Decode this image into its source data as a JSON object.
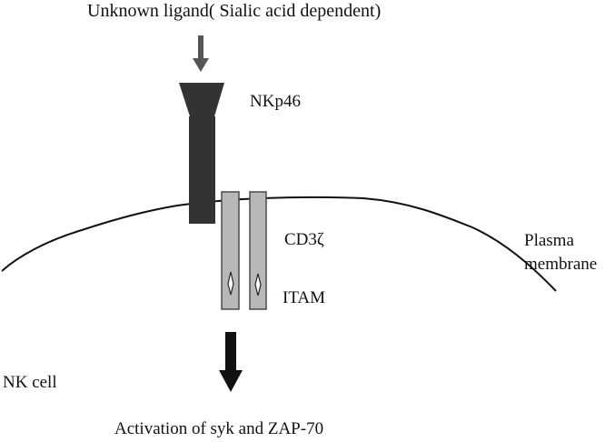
{
  "ligand_label": "Unknown ligand( Sialic acid dependent)",
  "receptor_label": "NKp46",
  "adaptor_label": "CD3ζ",
  "motif_label": "ITAM",
  "membrane_label_line1": "Plasma",
  "membrane_label_line2": "membrane",
  "cell_label": "NK cell",
  "outcome_label": "Activation of syk and ZAP-70",
  "colors": {
    "receptor": "#333333",
    "adaptor_fill": "#b8b8b8",
    "adaptor_stroke": "#4a4a4a",
    "ligand_arrow": "#555555",
    "signal_arrow": "#111111",
    "membrane": "#111111"
  }
}
